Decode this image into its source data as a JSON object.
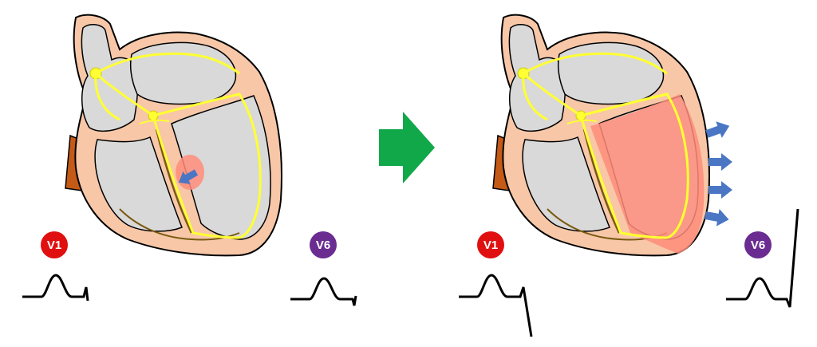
{
  "panels": [
    {
      "id": "left",
      "lead_left": {
        "label": "V1",
        "color": "#e01010"
      },
      "lead_right": {
        "label": "V6",
        "color": "#6a2c91"
      }
    },
    {
      "id": "right",
      "lead_left": {
        "label": "V1",
        "color": "#e01010"
      },
      "lead_right": {
        "label": "V6",
        "color": "#6a2c91"
      }
    }
  ],
  "colors": {
    "heart_wall": "#f7c7a8",
    "chamber": "#d9d9d9",
    "conduction": "#ffff33",
    "conduction_dark": "#7a5a10",
    "depolarization": "#ff8c7a",
    "vector_arrow": "#4a76c4",
    "transition_arrow": "#11a84a",
    "vessel": "#c45a16",
    "ecg_trace": "#000000"
  },
  "icons": {
    "transition": "right-arrow-icon",
    "vector": "depolarization-arrow-icon"
  }
}
